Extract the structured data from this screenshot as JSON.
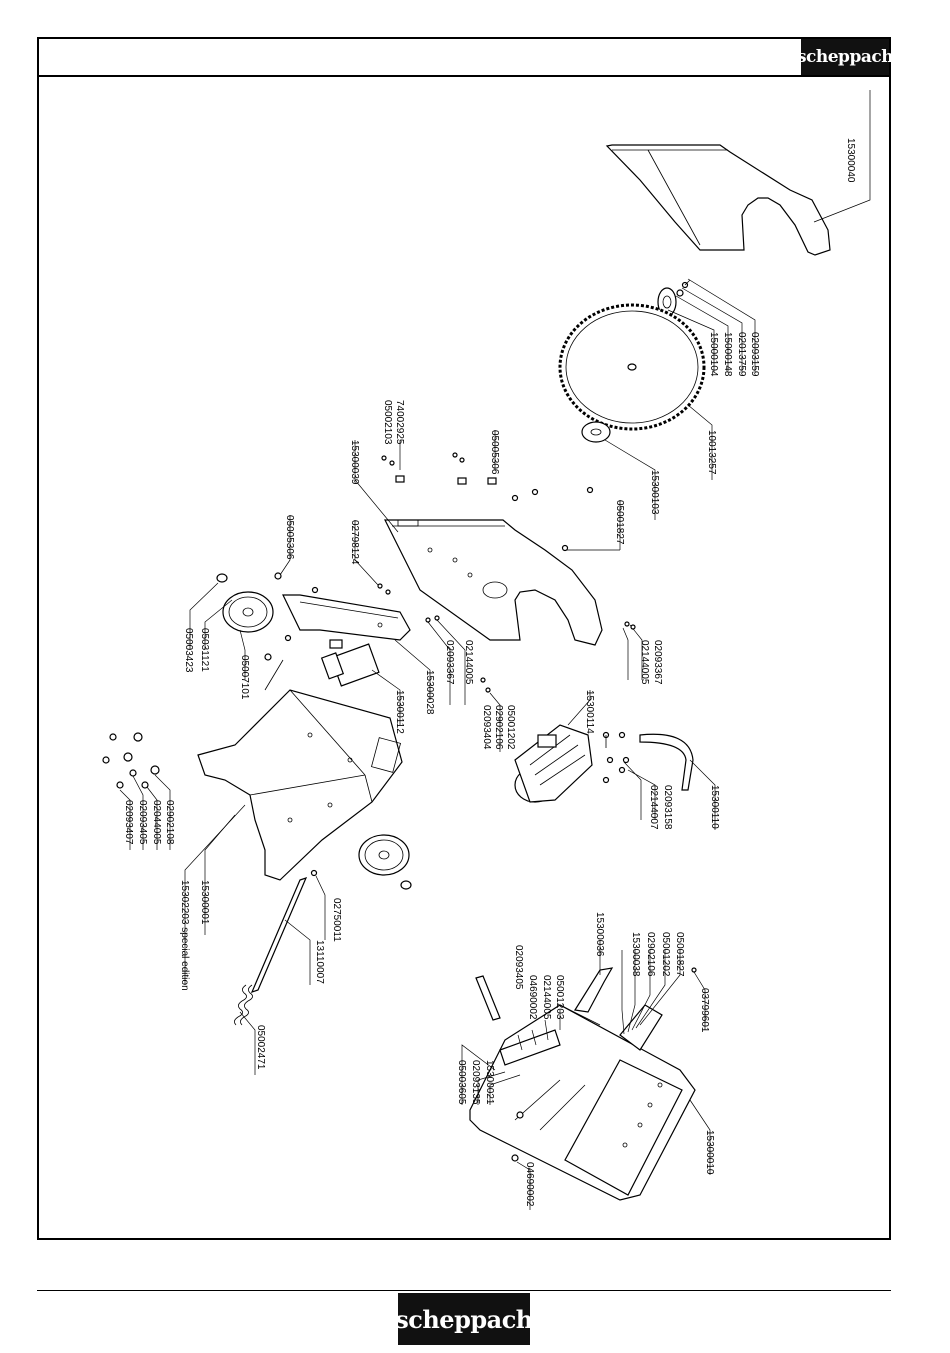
{
  "brand": {
    "top_logo": "scheppach",
    "bottom_logo": "scheppach"
  },
  "part_numbers": {
    "guard": "15300040",
    "flange_screw": "02093159",
    "flange_washer": "02013759",
    "outer_flange": "15000148",
    "inner_flange_outer": "15000104",
    "saw_blade": "10013257",
    "inner_flange": "15300103",
    "spring_pin": "05001827",
    "top_clip_a": "74002925",
    "top_clip_b": "05002103",
    "table_plate": "15300039",
    "nut_top": "05005306",
    "nut_left": "05005306",
    "screw_left": "02798124",
    "bracket": "15300028",
    "screw_bracket": "02093367",
    "washer_bracket": "02144005",
    "screw_motor_a": "05001202",
    "screw_motor_b": "02902106",
    "screw_motor_c": "02093404",
    "switch": "15300112",
    "wheel": "05031121",
    "wheel_cap": "05003423",
    "axle": "05007101",
    "motor": "15300114",
    "motor_screw": "02093367",
    "motor_washer": "02144005",
    "screw_158": "02093158",
    "washer_007": "02144007",
    "handle": "15300110",
    "frame_screw": "02902108",
    "frame_washer": "02044005",
    "frame_nut": "02093405",
    "frame_bolt": "02093407",
    "frame": "15300001",
    "frame_special": "15302203 special edition",
    "pin_011": "02750011",
    "tube": "13110007",
    "spring": "05002471",
    "push_stick": "15300036",
    "sub_1827": "05001827",
    "sub_1202": "05001202",
    "sub_2106": "02902106",
    "sub_038": "15300038",
    "sub_9601": "03799601",
    "sub_1203": "05001203",
    "sub_4005": "02144005",
    "sub_0002": "04690002",
    "sub_3405": "02093405",
    "sub_021": "15300021",
    "sub_3135": "02093135",
    "sub_3605": "05003605",
    "table_frame": "15300010",
    "foot_nut": "04690002"
  }
}
